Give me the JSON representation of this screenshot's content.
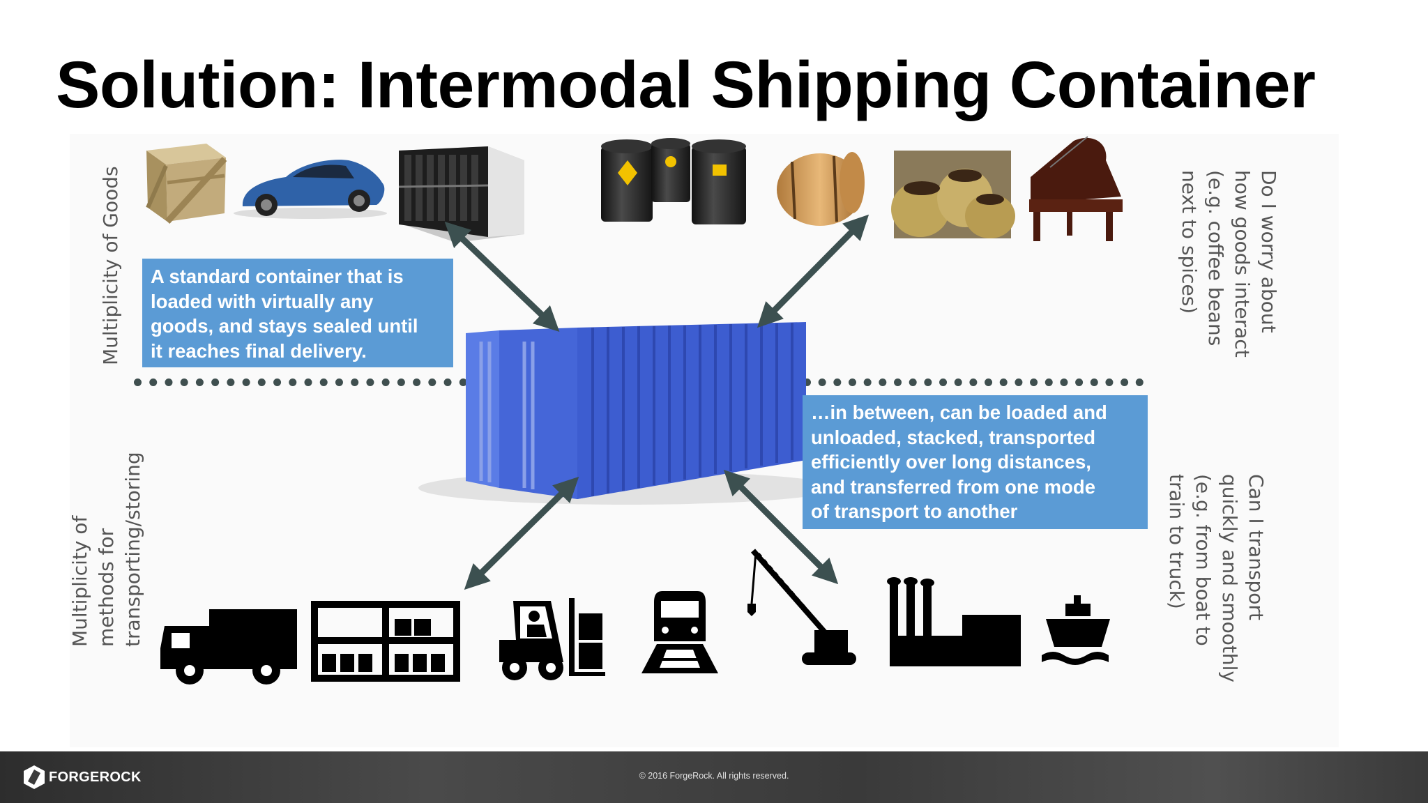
{
  "slide": {
    "title": "Solution: Intermodal Shipping Container"
  },
  "labels": {
    "goods_axis": "Multiplicity of Goods",
    "methods_axis": [
      "Multiplicity of",
      "methods for",
      "transporting/storing"
    ],
    "goods_question": [
      "Do I worry about",
      "how goods interact",
      "(e.g. coffee beans",
      "next to spices)"
    ],
    "transport_question": [
      "Can I transport",
      "quickly and smoothly",
      "(e.g. from boat to",
      "train to truck)"
    ]
  },
  "callouts": {
    "container_description": [
      "A standard container that is",
      "loaded with virtually any",
      "goods, and stays sealed until",
      "it reaches final delivery."
    ],
    "transport_description": [
      "…in between, can be loaded and",
      "unloaded, stacked, transported",
      "efficiently over long distances,",
      "and transferred from one mode",
      "of transport to another"
    ]
  },
  "goods": [
    "wooden-crate",
    "sports-car",
    "server-rack",
    "oil-barrels",
    "wooden-barrel",
    "coffee-sacks",
    "grand-piano"
  ],
  "transport_modes": [
    "truck",
    "warehouse-shelving",
    "forklift",
    "train",
    "crane",
    "factory",
    "ship"
  ],
  "colors": {
    "callout_bg": "#5b9bd5",
    "container": "#3f63d8",
    "arrow": "#3c5050",
    "footer": "#3a3a3a"
  },
  "footer": {
    "brand": "FORGEROCK",
    "copyright": "© 2016 ForgeRock. All rights reserved."
  }
}
